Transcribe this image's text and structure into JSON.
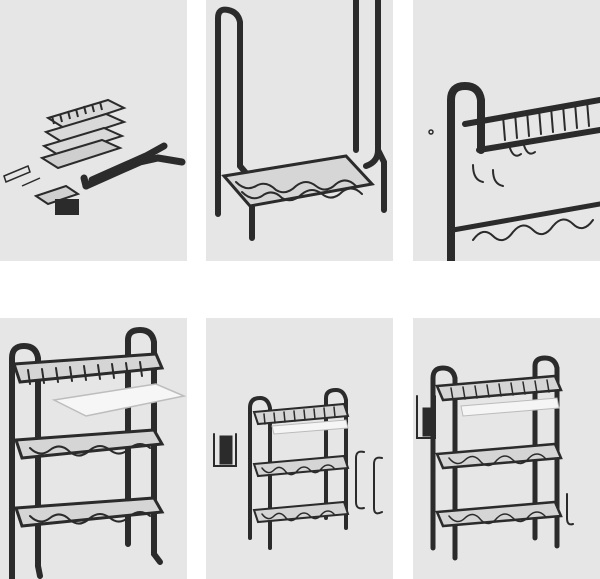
{
  "colors": {
    "background": "#e6e6e6",
    "frame": "#2b2b2b",
    "tray": "#f4f4f4",
    "page": "#ffffff"
  },
  "panels": [
    {
      "id": "p1",
      "content": "rack-parts-disassembled"
    },
    {
      "id": "p2",
      "content": "frame-with-bottom-basket"
    },
    {
      "id": "p3",
      "content": "top-basket-closeup"
    },
    {
      "id": "p4",
      "content": "three-tier-rack-with-tray"
    },
    {
      "id": "p5",
      "content": "three-tier-rack-with-accessories"
    },
    {
      "id": "p6",
      "content": "three-tier-rack-assembled"
    }
  ]
}
